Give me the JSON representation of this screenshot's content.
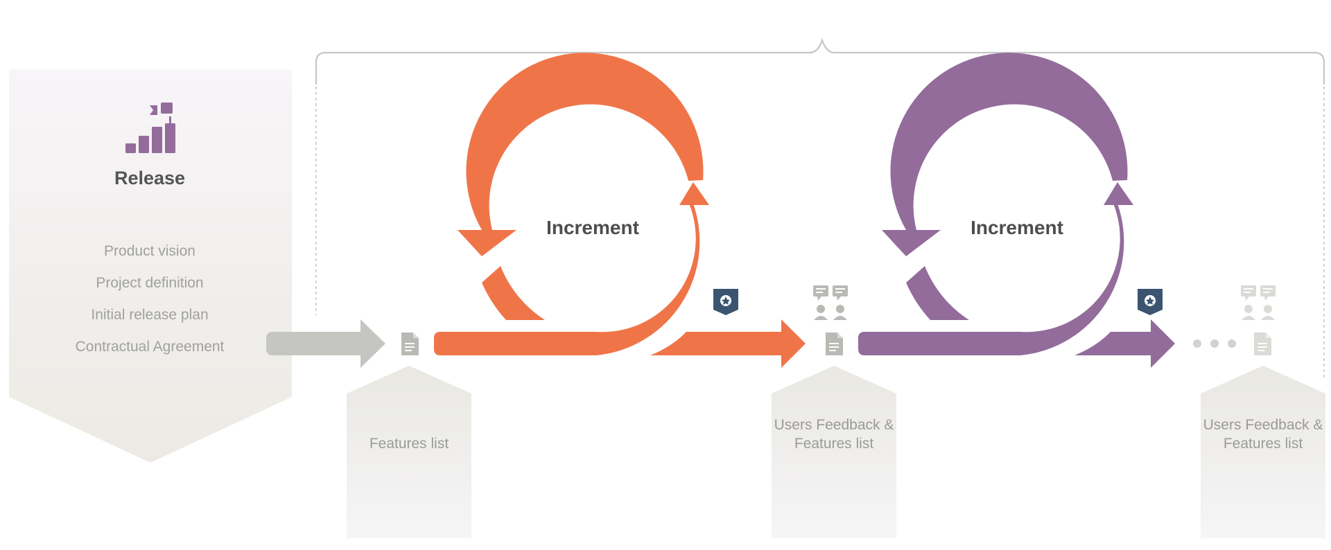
{
  "release": {
    "title": "Release",
    "items": [
      "Product vision",
      "Project definition",
      "Initial release plan",
      "Contractual Agreement"
    ]
  },
  "increments": [
    {
      "label": "Increment",
      "color": "#ef7549"
    },
    {
      "label": "Increment",
      "color": "#936c9b"
    }
  ],
  "deliverables": [
    {
      "label": "Features list"
    },
    {
      "label": "Users Feedback & Features list"
    },
    {
      "label": "Users Feedback & Features list"
    }
  ],
  "colors": {
    "orange": "#ef7549",
    "purple": "#936c9b",
    "gray_arrow": "#c5c6c1",
    "badge": "#3b5570",
    "icon_gray": "#b8b8b4",
    "release_icon": "#936c9b"
  },
  "icons": [
    "release-chart-icon",
    "document-icon",
    "users-feedback-icon",
    "badge-icon",
    "ellipsis-icon"
  ]
}
